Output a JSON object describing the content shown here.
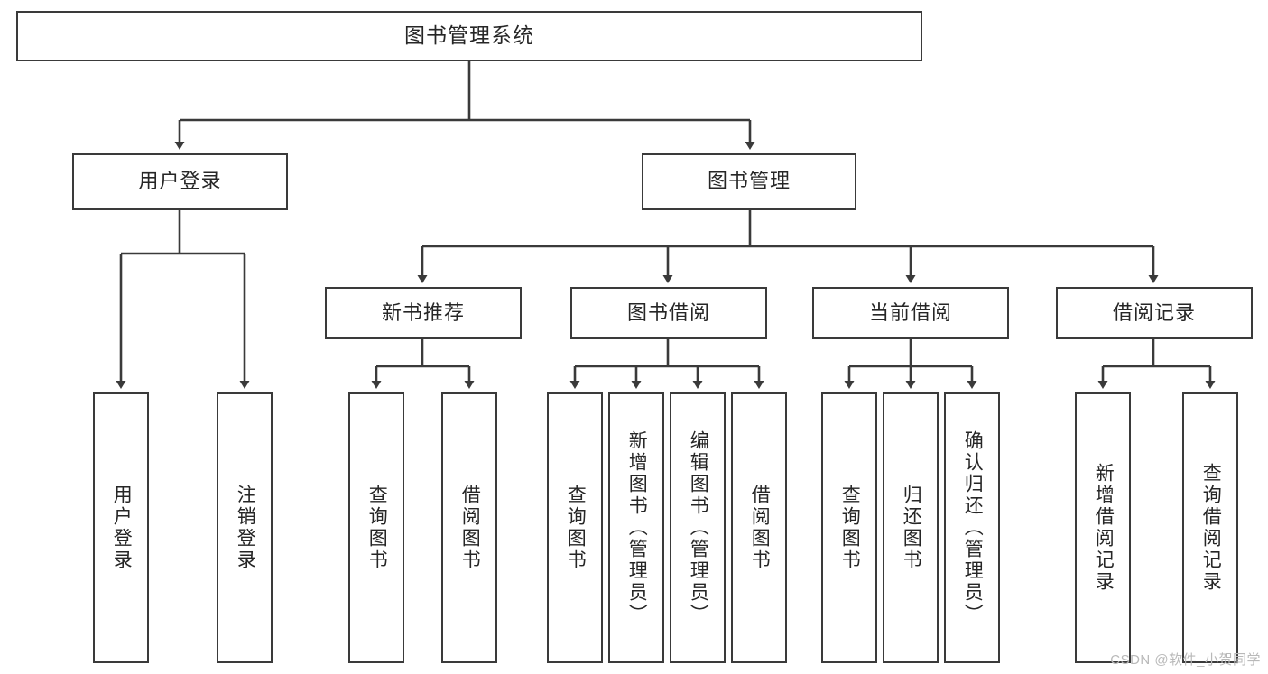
{
  "diagram": {
    "title": "图书管理系统",
    "type": "hierarchy-tree",
    "watermark": "CSDN @软件_小贺同学",
    "colors": {
      "border": "#3a3a3a",
      "text": "#262626",
      "background": "#ffffff",
      "connector": "#3a3a3a",
      "watermark": "#b9b9b9"
    },
    "levels": {
      "root": {
        "label": "图书管理系统"
      },
      "level2": [
        {
          "label": "用户登录"
        },
        {
          "label": "图书管理"
        }
      ],
      "level3": [
        {
          "label": "新书推荐"
        },
        {
          "label": "图书借阅"
        },
        {
          "label": "当前借阅"
        },
        {
          "label": "借阅记录"
        }
      ],
      "leaves": [
        {
          "label": "用户登录",
          "parent": "用户登录"
        },
        {
          "label": "注销登录",
          "parent": "用户登录"
        },
        {
          "label": "查询图书",
          "parent": "新书推荐"
        },
        {
          "label": "借阅图书",
          "parent": "新书推荐"
        },
        {
          "label": "查询图书",
          "parent": "图书借阅"
        },
        {
          "label": "新增图书（管理员）",
          "parent": "图书借阅"
        },
        {
          "label": "编辑图书（管理员）",
          "parent": "图书借阅"
        },
        {
          "label": "借阅图书",
          "parent": "图书借阅"
        },
        {
          "label": "查询图书",
          "parent": "当前借阅"
        },
        {
          "label": "归还图书",
          "parent": "当前借阅"
        },
        {
          "label": "确认归还（管理员）",
          "parent": "当前借阅"
        },
        {
          "label": "新增借阅记录",
          "parent": "借阅记录"
        },
        {
          "label": "查询借阅记录",
          "parent": "借阅记录"
        }
      ]
    }
  }
}
